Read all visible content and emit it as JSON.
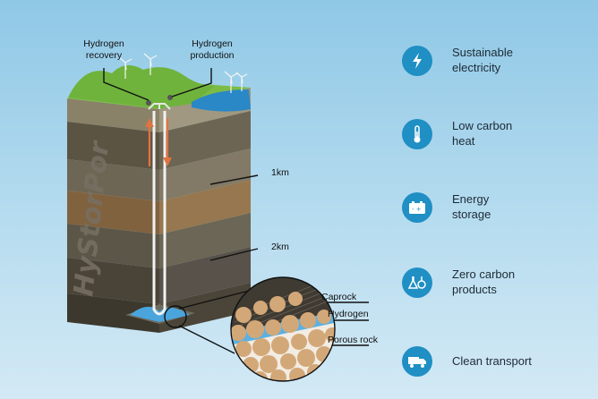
{
  "brand": "HyStorPor",
  "labels": {
    "hydrogen_recovery": "Hydrogen\nrecovery",
    "hydrogen_production": "Hydrogen\nproduction",
    "depth_1": "1km",
    "depth_2": "2km",
    "caprock": "Caprock",
    "hydrogen": "Hydrogen",
    "porous_rock": "Porous rock"
  },
  "benefits": [
    {
      "label": "Sustainable\nelectricity",
      "icon": "lightning-icon"
    },
    {
      "label": "Low carbon\nheat",
      "icon": "thermometer-icon"
    },
    {
      "label": "Energy\nstorage",
      "icon": "battery-icon"
    },
    {
      "label": "Zero carbon\nproducts",
      "icon": "lab-flask-icon"
    },
    {
      "label": "Clean transport",
      "icon": "truck-icon"
    }
  ],
  "colors": {
    "icon_circle": "#1f8fc4",
    "arrow_orange": "#e0733f",
    "grass": "#6fb33c",
    "water": "#2a88c7",
    "rock_grain": "#d3a878"
  }
}
